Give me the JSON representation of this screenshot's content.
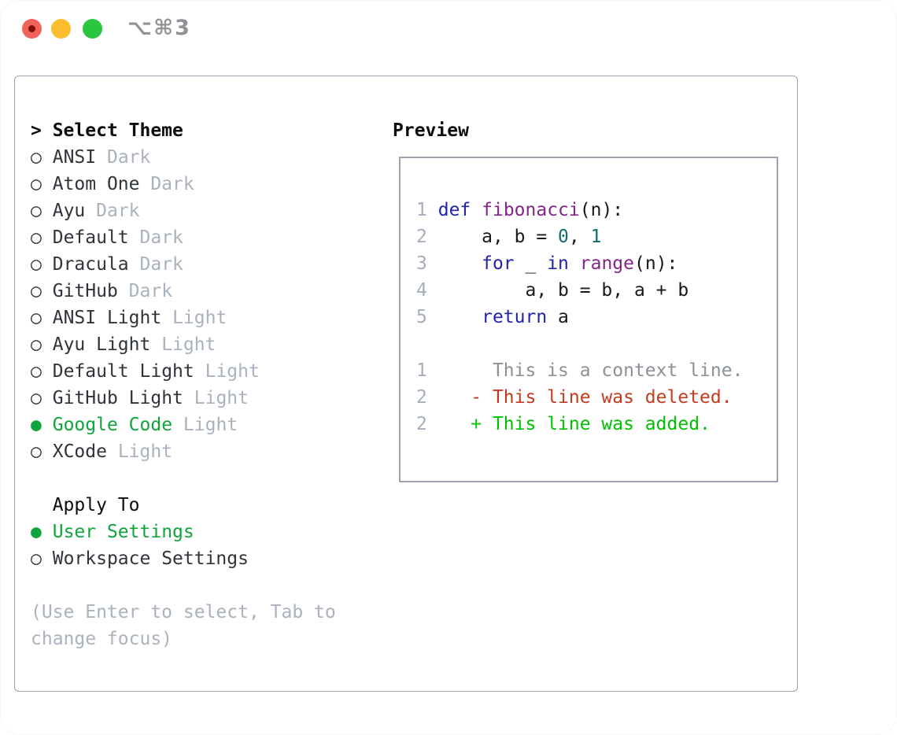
{
  "window": {
    "title": "⌥⌘3"
  },
  "palette": {
    "traffic_red": "#f2615a",
    "traffic_red_dot": "#7e120b",
    "traffic_yellow": "#fcbd2e",
    "traffic_green": "#2bc63f",
    "title_gray": "#8f9296",
    "border_gray": "#9aa3af",
    "header_black": "#0a0c0e",
    "text_dark": "#2f343a",
    "text_muted": "#a9b2bd",
    "green_selected": "#10a43c",
    "line_number": "#a5aebb",
    "code_plain": "#17191c",
    "code_kwd": "#2323aa",
    "code_fn": "#84258a",
    "code_lit": "#0c6e6e",
    "diff_context": "#8b9197",
    "diff_deleted": "#c43a20",
    "diff_added": "#00c000"
  },
  "theme_list": {
    "header_prefix": ">",
    "header": "Select Theme",
    "items": [
      {
        "name": "ANSI",
        "variant": "Dark",
        "selected": false
      },
      {
        "name": "Atom One",
        "variant": "Dark",
        "selected": false
      },
      {
        "name": "Ayu",
        "variant": "Dark",
        "selected": false
      },
      {
        "name": "Default",
        "variant": "Dark",
        "selected": false
      },
      {
        "name": "Dracula",
        "variant": "Dark",
        "selected": false
      },
      {
        "name": "GitHub",
        "variant": "Dark",
        "selected": false
      },
      {
        "name": "ANSI Light",
        "variant": "Light",
        "selected": false
      },
      {
        "name": "Ayu Light",
        "variant": "Light",
        "selected": false
      },
      {
        "name": "Default Light",
        "variant": "Light",
        "selected": false
      },
      {
        "name": "GitHub Light",
        "variant": "Light",
        "selected": false
      },
      {
        "name": "Google Code",
        "variant": "Light",
        "selected": true
      },
      {
        "name": "XCode",
        "variant": "Light",
        "selected": false
      }
    ]
  },
  "apply_to": {
    "header": "Apply To",
    "options": [
      {
        "label": "User Settings",
        "selected": true
      },
      {
        "label": "Workspace Settings",
        "selected": false
      }
    ]
  },
  "help": {
    "line1": "(Use Enter to select, Tab to",
    "line2": "change focus)"
  },
  "preview": {
    "title": "Preview",
    "code_lines": [
      {
        "num": "1",
        "tokens": [
          [
            "def",
            "kwd"
          ],
          [
            " ",
            "plain"
          ],
          [
            "fibonacci",
            "fn"
          ],
          [
            "(n):",
            "plain"
          ]
        ]
      },
      {
        "num": "2",
        "tokens": [
          [
            "    a, b = ",
            "plain"
          ],
          [
            "0",
            "lit"
          ],
          [
            ", ",
            "plain"
          ],
          [
            "1",
            "lit"
          ]
        ]
      },
      {
        "num": "3",
        "tokens": [
          [
            "    ",
            "plain"
          ],
          [
            "for",
            "kwd"
          ],
          [
            " _ ",
            "plain"
          ],
          [
            "in",
            "kwd"
          ],
          [
            " ",
            "plain"
          ],
          [
            "range",
            "fn"
          ],
          [
            "(n):",
            "plain"
          ]
        ]
      },
      {
        "num": "4",
        "tokens": [
          [
            "        a, b = b, a + b",
            "plain"
          ]
        ]
      },
      {
        "num": "5",
        "tokens": [
          [
            "    ",
            "plain"
          ],
          [
            "return",
            "kwd"
          ],
          [
            " a",
            "plain"
          ]
        ]
      }
    ],
    "diff_lines": [
      {
        "num": "1",
        "marker": " ",
        "text": "This is a context line.",
        "kind": "context"
      },
      {
        "num": "2",
        "marker": "-",
        "text": "This line was deleted.",
        "kind": "deleted"
      },
      {
        "num": "2",
        "marker": "+",
        "text": "This line was added.",
        "kind": "added"
      }
    ]
  }
}
